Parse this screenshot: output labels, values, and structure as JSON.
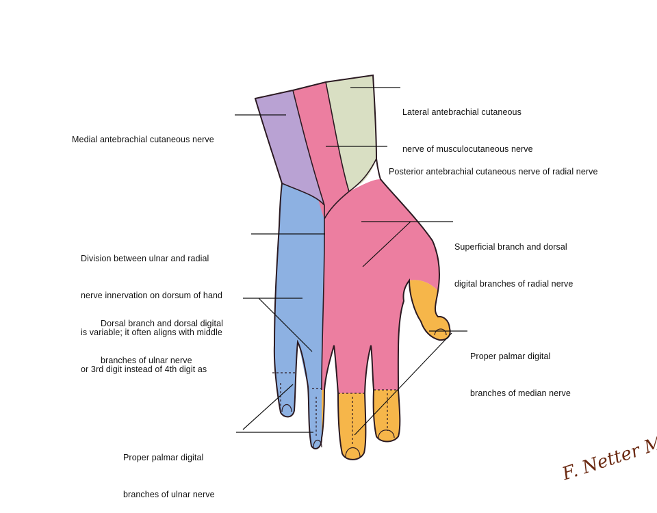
{
  "colors": {
    "ulnar_blue": "#8db1e2",
    "radial_pink": "#ec7ea0",
    "medial_purple": "#b9a2d3",
    "lateral_green": "#d9dfc3",
    "median_orange": "#f6b64a",
    "outline": "#2b1a22",
    "signature": "#6b2a12"
  },
  "labels": {
    "medial_antebrachial": [
      "Medial antebrachial cutaneous nerve"
    ],
    "lateral_antebrachial": [
      "Lateral antebrachial cutaneous",
      "nerve of musculocutaneous nerve"
    ],
    "posterior_antebrachial": [
      "Posterior antebrachial cutaneous nerve of radial nerve"
    ],
    "division": [
      "Division between ulnar and radial",
      "nerve innervation on dorsum of hand",
      "is variable; it often aligns with middle",
      "or 3rd digit instead of 4th digit as"
    ],
    "superficial_radial": [
      "Superficial branch and dorsal",
      "digital branches of radial nerve"
    ],
    "dorsal_ulnar": [
      "Dorsal branch and dorsal digital",
      "branches of ulnar nerve"
    ],
    "proper_palmar_median": [
      "Proper palmar digital",
      "branches of median nerve"
    ],
    "proper_palmar_ulnar": [
      "Proper palmar digital",
      "branches of ulnar nerve"
    ]
  },
  "signature": {
    "text": "F. Netter M.D."
  }
}
